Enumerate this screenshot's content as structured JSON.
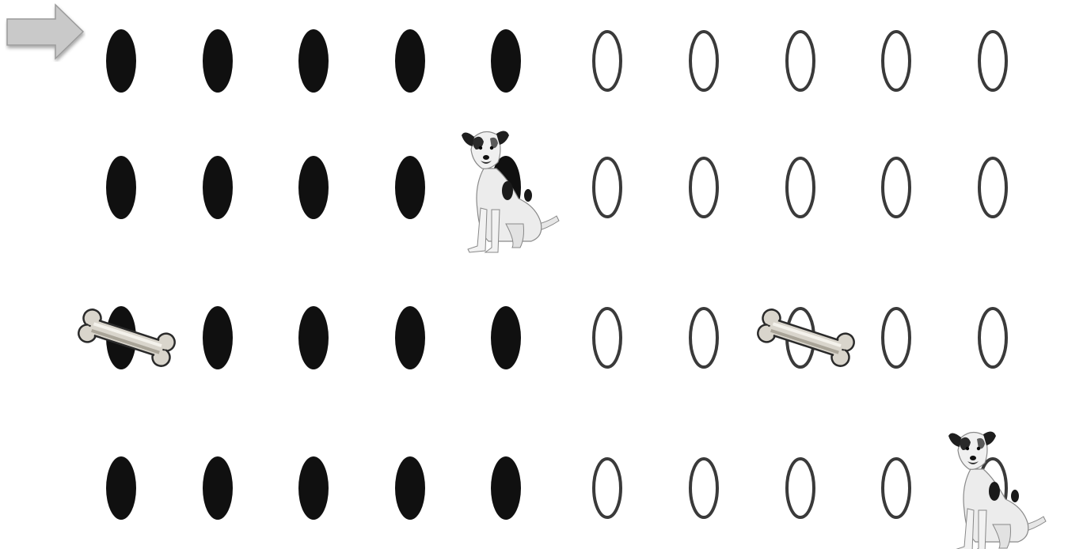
{
  "board": {
    "rows": [
      [
        "filled",
        "filled",
        "filled",
        "filled",
        "filled",
        "empty",
        "empty",
        "empty",
        "empty",
        "empty"
      ],
      [
        "filled",
        "filled",
        "filled",
        "filled",
        "filled",
        "empty",
        "empty",
        "empty",
        "empty",
        "empty"
      ],
      [
        "filled",
        "filled",
        "filled",
        "filled",
        "filled",
        "empty",
        "empty",
        "empty",
        "empty",
        "empty"
      ],
      [
        "filled",
        "filled",
        "filled",
        "filled",
        "filled",
        "empty",
        "empty",
        "empty",
        "empty",
        "empty"
      ]
    ],
    "dot_fill_color": "#101010",
    "ring_color": "#3a3a3a"
  },
  "start_marker": {
    "icon": "arrow-right-icon",
    "color": "#c9c9c9"
  },
  "pieces": [
    {
      "type": "dog-icon",
      "row": 2,
      "col": 5
    },
    {
      "type": "dog-icon",
      "row": 4,
      "col": 10
    },
    {
      "type": "bone-icon",
      "row": 3,
      "col": 1
    },
    {
      "type": "bone-icon",
      "row": 3,
      "col": 8
    }
  ]
}
